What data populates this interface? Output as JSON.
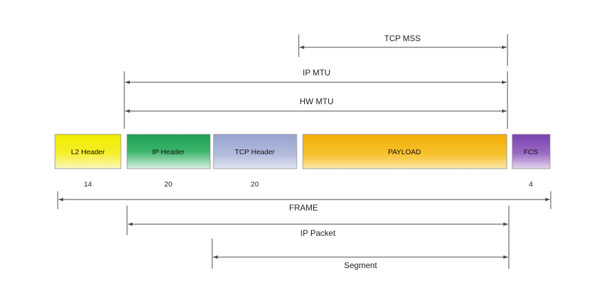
{
  "colors": {
    "line": "#4a4a4a",
    "l2_header": "#f2ec00",
    "ip_header": "#23a55c",
    "tcp_header": "#9fa9d2",
    "payload": "#f3b00c",
    "fcs": "#8048b6"
  },
  "segments": [
    {
      "id": "l2",
      "label": "L2 Header",
      "size": "14"
    },
    {
      "id": "ip",
      "label": "IP Header",
      "size": "20"
    },
    {
      "id": "tcp",
      "label": "TCP Header",
      "size": "20"
    },
    {
      "id": "payload",
      "label": "PAYLOAD",
      "size": ""
    },
    {
      "id": "fcs",
      "label": "FCS",
      "size": "4"
    }
  ],
  "dimensions": {
    "tcp_mss": "TCP MSS",
    "ip_mtu": "IP MTU",
    "hw_mtu": "HW MTU",
    "frame": "FRAME",
    "ip_packet": "IP Packet",
    "segment": "Segment"
  }
}
